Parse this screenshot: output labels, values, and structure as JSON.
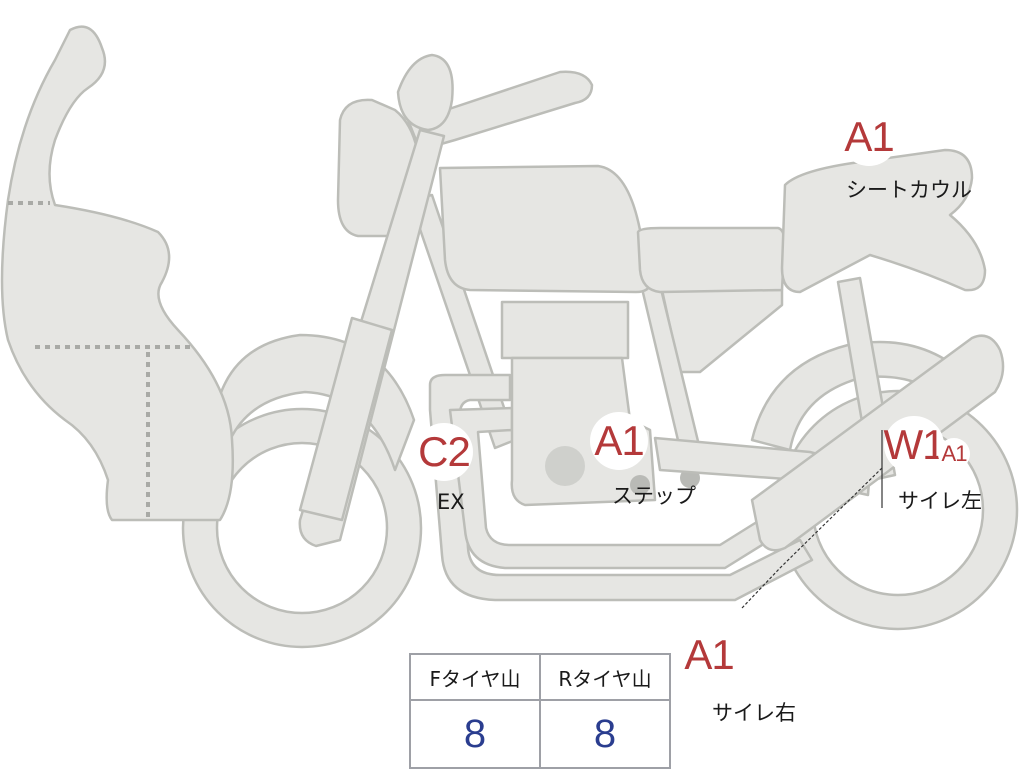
{
  "labels": [
    {
      "id": "seat-cowl",
      "code": "A1",
      "caption": "シートカウル"
    },
    {
      "id": "exhaust",
      "code": "C2",
      "caption": "EX"
    },
    {
      "id": "step",
      "code": "A1",
      "caption": "ステップ"
    },
    {
      "id": "muffler-left",
      "code": "W1",
      "code_extra": "A1",
      "caption": "サイレ左"
    },
    {
      "id": "muffler-right",
      "code": "A1",
      "caption": "サイレ右"
    }
  ],
  "tread_table": {
    "headers": [
      "Fタイヤ山",
      "Rタイヤ山"
    ],
    "values": [
      "8",
      "8"
    ]
  },
  "colors": {
    "part_fill": "#e6e6e3",
    "part_outline": "#bcbdb8",
    "code_text": "#b4393a",
    "value_text": "#2a3d8f"
  }
}
